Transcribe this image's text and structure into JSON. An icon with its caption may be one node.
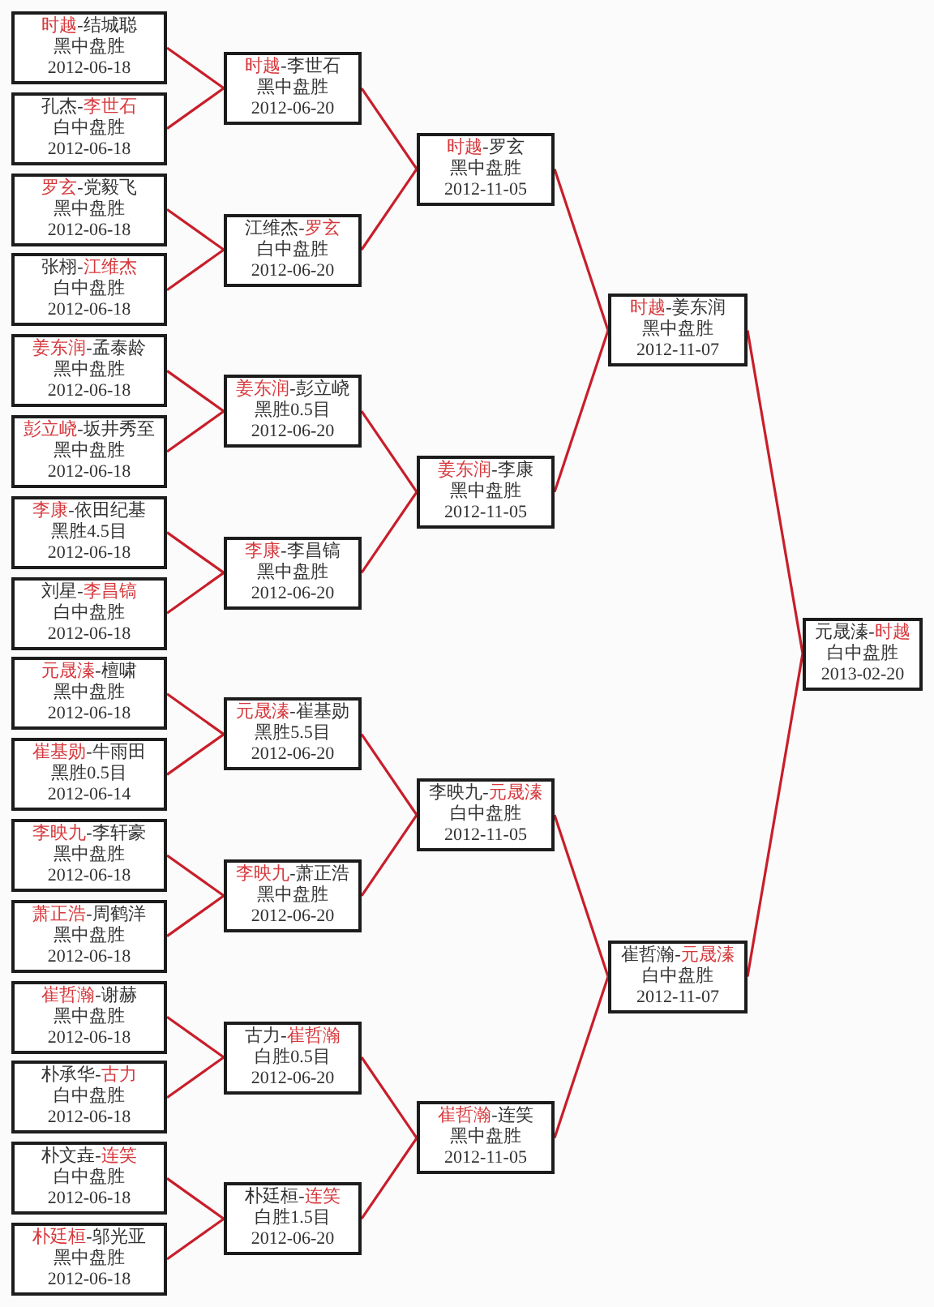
{
  "diagram": {
    "nodes": [
      {
        "text": [
          "**时越**-结城聪",
          "黑中盘胜",
          "2012-06-18"
        ]
      },
      {
        "text": [
          "孔杰-**李世石**",
          "白中盘胜",
          "2012-06-18"
        ]
      },
      {
        "text": [
          "**罗玄**-党毅飞",
          "黑中盘胜",
          "2012-06-18"
        ]
      },
      {
        "text": [
          "张栩-**江维杰**",
          "白中盘胜",
          "2012-06-18"
        ]
      },
      {
        "text": [
          "**姜东润**-孟泰龄",
          "黑中盘胜",
          "2012-06-18"
        ]
      },
      {
        "text": [
          "**彭立峣**-坂井秀至",
          "黑中盘胜",
          "2012-06-18"
        ]
      },
      {
        "text": [
          "**李康**-依田纪基",
          "黑胜4.5目",
          "2012-06-18"
        ]
      },
      {
        "text": [
          "刘星-**李昌镐**",
          "白中盘胜",
          "2012-06-18"
        ]
      },
      {
        "text": [
          "**元晟溱**-檀啸",
          "黑中盘胜",
          "2012-06-18"
        ]
      },
      {
        "text": [
          "**崔基勋**-牛雨田",
          "黑胜0.5目",
          "2012-06-14"
        ]
      },
      {
        "text": [
          "**李映九**-李轩豪",
          "黑中盘胜",
          "2012-06-18"
        ]
      },
      {
        "text": [
          "**萧正浩**-周鹤洋",
          "黑中盘胜",
          "2012-06-18"
        ]
      },
      {
        "text": [
          "**崔哲瀚**-谢赫",
          "黑中盘胜",
          "2012-06-18"
        ]
      },
      {
        "text": [
          "朴承华-**古力**",
          "白中盘胜",
          "2012-06-18"
        ]
      },
      {
        "text": [
          "朴文垚-**连笑**",
          "白中盘胜",
          "2012-06-18"
        ]
      },
      {
        "text": [
          "**朴廷桓**-邬光亚",
          "黑中盘胜",
          "2012-06-18"
        ]
      },
      {
        "text": [
          "**时越**-李世石",
          "黑中盘胜",
          "2012-06-20"
        ]
      },
      {
        "text": [
          "江维杰-**罗玄**",
          "白中盘胜",
          "2012-06-20"
        ]
      },
      {
        "text": [
          "**姜东润**-彭立峣",
          "黑胜0.5目",
          "2012-06-20"
        ]
      },
      {
        "text": [
          "**李康**-李昌镐",
          "黑中盘胜",
          "2012-06-20"
        ]
      },
      {
        "text": [
          "**元晟溱**-崔基勋",
          "黑胜5.5目",
          "2012-06-20"
        ]
      },
      {
        "text": [
          "**李映九**-萧正浩",
          "黑中盘胜",
          "2012-06-20"
        ]
      },
      {
        "text": [
          "古力-**崔哲瀚**",
          "白胜0.5目",
          "2012-06-20"
        ]
      },
      {
        "text": [
          "朴廷桓-**连笑**",
          "白胜1.5目",
          "2012-06-20"
        ]
      },
      {
        "text": [
          "**时越**-罗玄",
          "黑中盘胜",
          "2012-11-05"
        ]
      },
      {
        "text": [
          "**姜东润**-李康",
          "黑中盘胜",
          "2012-11-05"
        ]
      },
      {
        "text": [
          "李映九-**元晟溱**",
          "白中盘胜",
          "2012-11-05"
        ]
      },
      {
        "text": [
          "**崔哲瀚**-连笑",
          "黑中盘胜",
          "2012-11-05"
        ]
      },
      {
        "text": [
          "**时越**-姜东润",
          "黑中盘胜",
          "2012-11-07"
        ]
      },
      {
        "text": [
          "崔哲瀚-**元晟溱**",
          "白中盘胜",
          "2012-11-07"
        ]
      },
      {
        "text": [
          "元晟溱-**时越**",
          "白中盘胜",
          "2013-02-20"
        ]
      }
    ],
    "edges": [
      {
        "from": 0,
        "to": 16,
        "arrow": "none"
      },
      {
        "from": 1,
        "to": 16,
        "arrow": "none"
      },
      {
        "from": 2,
        "to": 17,
        "arrow": "none"
      },
      {
        "from": 3,
        "to": 17,
        "arrow": "none"
      },
      {
        "from": 4,
        "to": 18,
        "arrow": "none"
      },
      {
        "from": 5,
        "to": 18,
        "arrow": "none"
      },
      {
        "from": 6,
        "to": 19,
        "arrow": "none"
      },
      {
        "from": 7,
        "to": 19,
        "arrow": "none"
      },
      {
        "from": 8,
        "to": 20,
        "arrow": "none"
      },
      {
        "from": 9,
        "to": 20,
        "arrow": "none"
      },
      {
        "from": 10,
        "to": 21,
        "arrow": "none"
      },
      {
        "from": 11,
        "to": 21,
        "arrow": "none"
      },
      {
        "from": 12,
        "to": 22,
        "arrow": "none"
      },
      {
        "from": 13,
        "to": 22,
        "arrow": "none"
      },
      {
        "from": 14,
        "to": 23,
        "arrow": "none"
      },
      {
        "from": 15,
        "to": 23,
        "arrow": "none"
      },
      {
        "from": 16,
        "to": 24,
        "arrow": "none"
      },
      {
        "from": 17,
        "to": 24,
        "arrow": "none"
      },
      {
        "from": 18,
        "to": 25,
        "arrow": "none"
      },
      {
        "from": 19,
        "to": 25,
        "arrow": "none"
      },
      {
        "from": 20,
        "to": 26,
        "arrow": "none"
      },
      {
        "from": 21,
        "to": 26,
        "arrow": "none"
      },
      {
        "from": 22,
        "to": 27,
        "arrow": "none"
      },
      {
        "from": 23,
        "to": 27,
        "arrow": "none"
      },
      {
        "from": 24,
        "to": 28,
        "arrow": "none"
      },
      {
        "from": 25,
        "to": 28,
        "arrow": "none"
      },
      {
        "from": 26,
        "to": 29,
        "arrow": "none"
      },
      {
        "from": 27,
        "to": 29,
        "arrow": "none"
      },
      {
        "from": 28,
        "to": 30,
        "arrow": "none"
      },
      {
        "from": 29,
        "to": 30,
        "arrow": "none"
      }
    ]
  }
}
